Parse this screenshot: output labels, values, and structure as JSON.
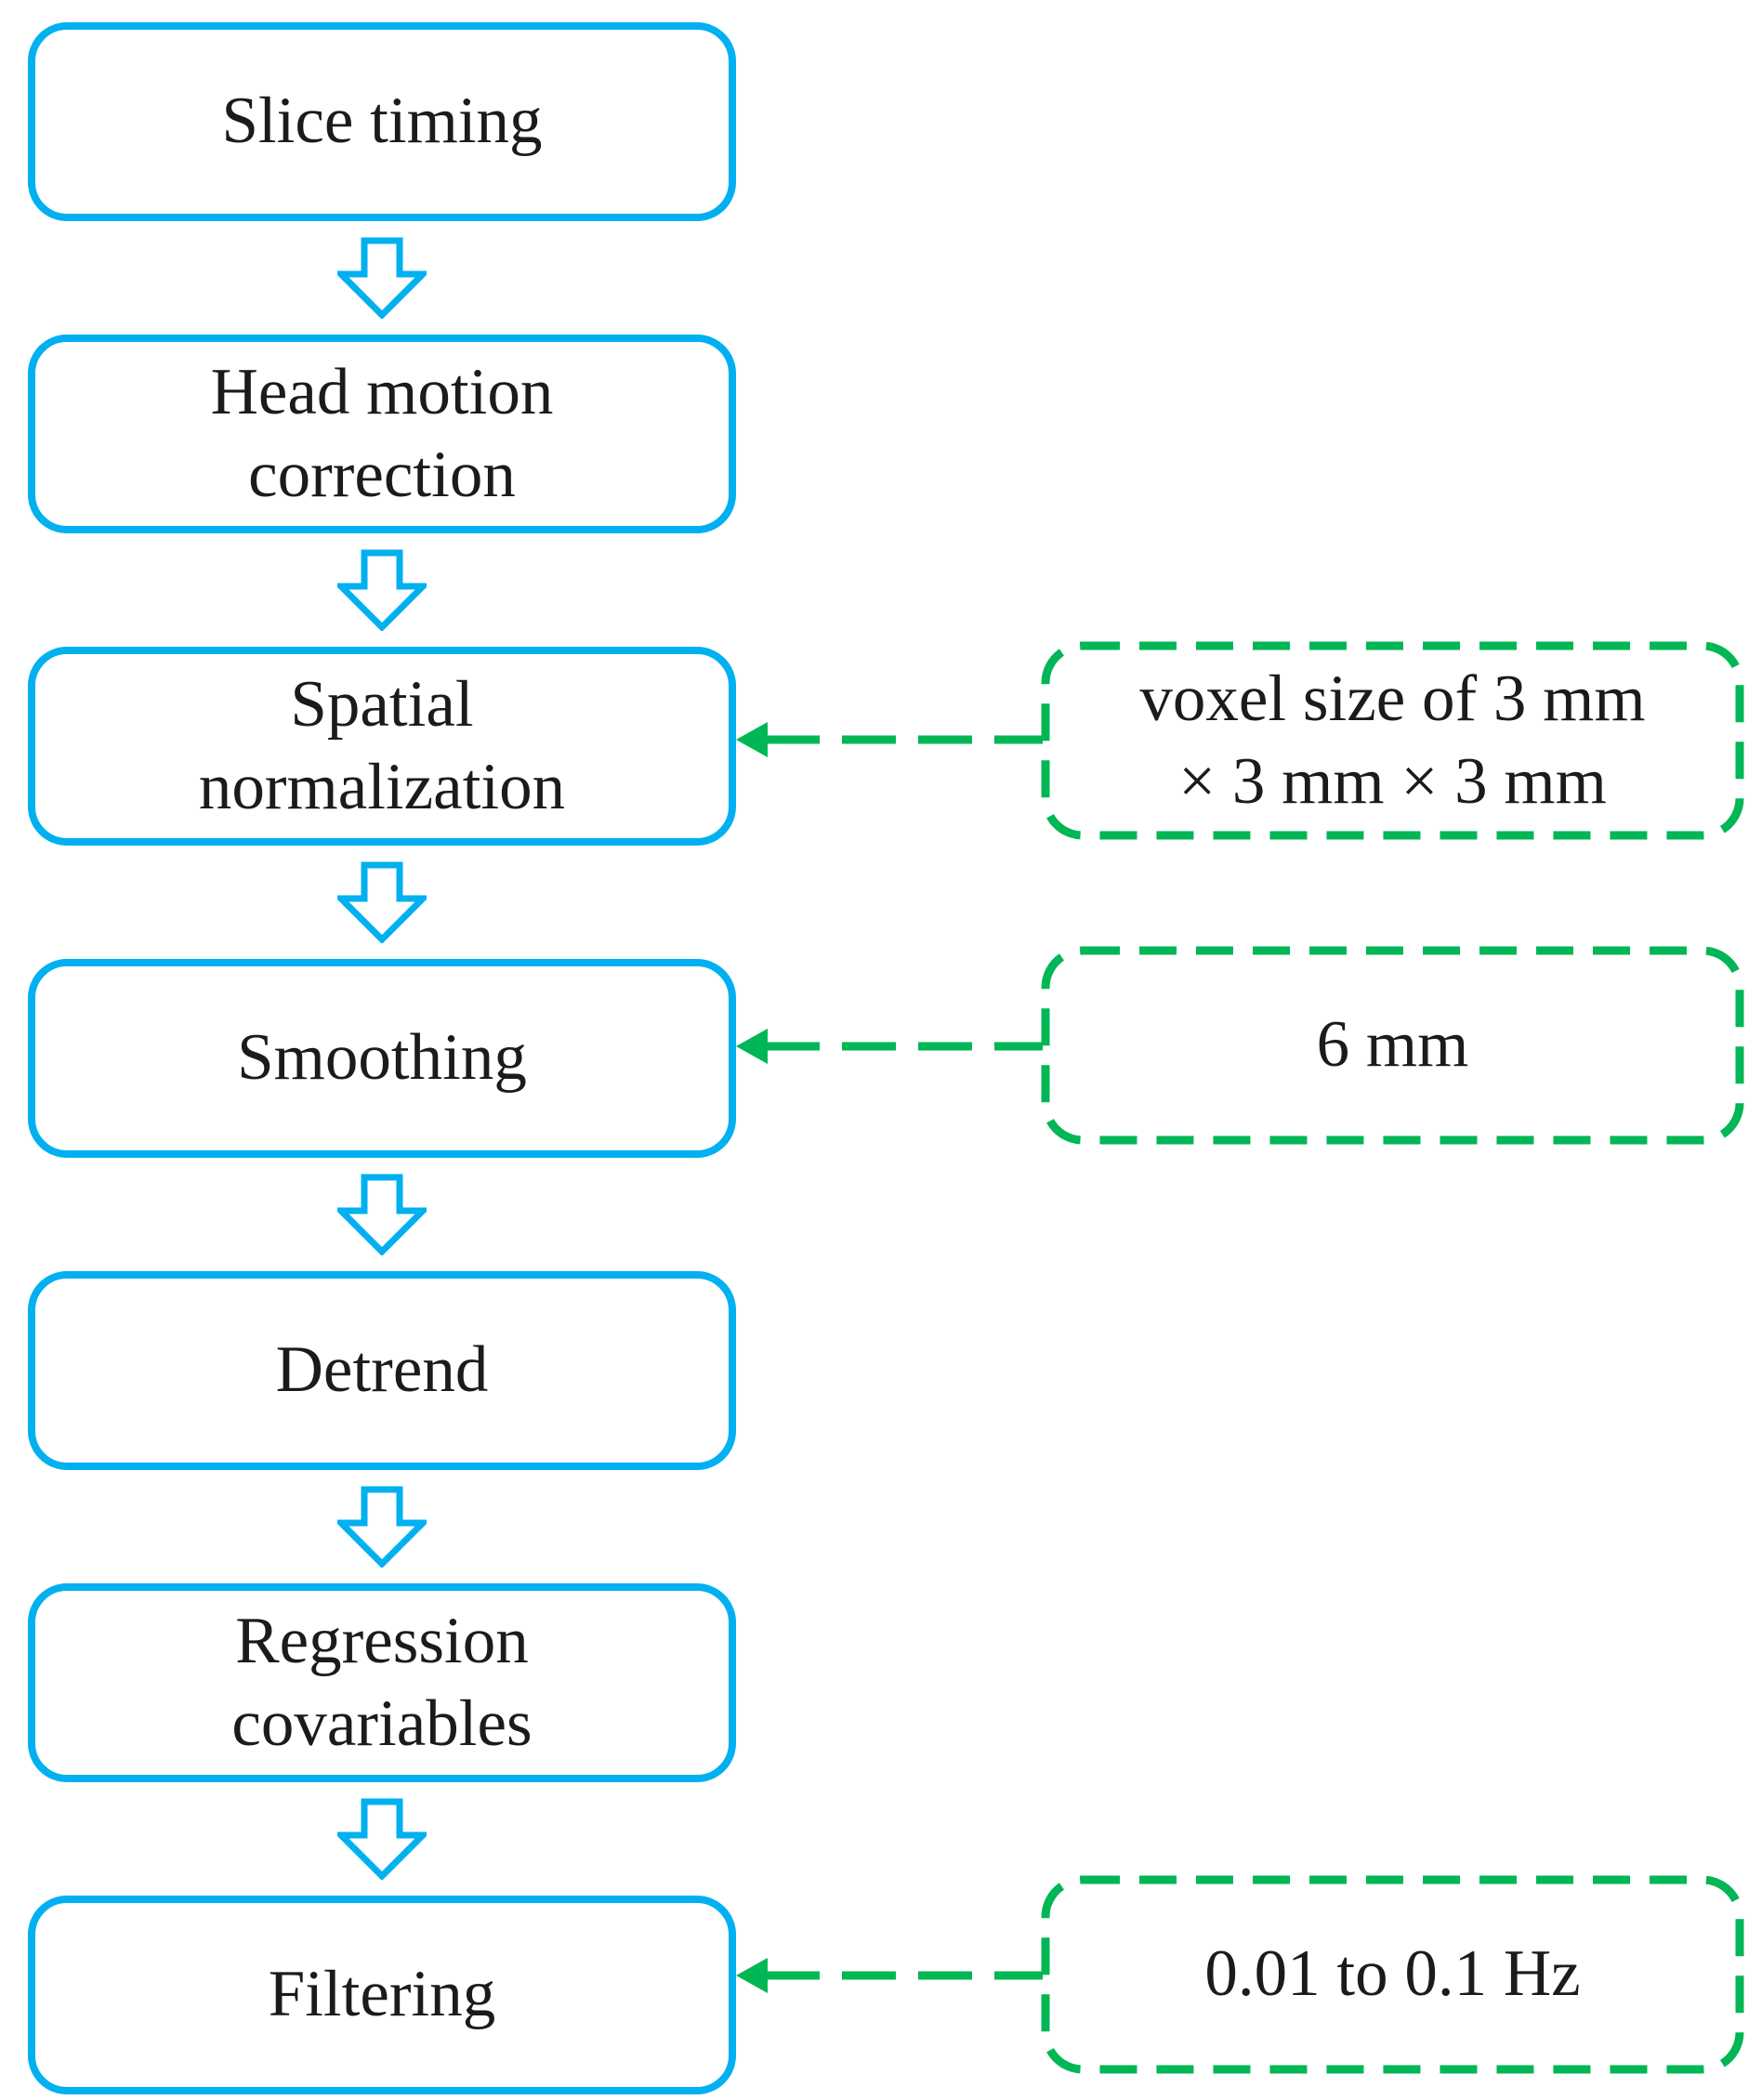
{
  "colors": {
    "step_stroke": "#00b0f0",
    "annotation_stroke": "#00b655",
    "text": "#1b1b1b",
    "background": "#ffffff"
  },
  "steps": [
    {
      "label": "Slice timing"
    },
    {
      "label": "Head motion\ncorrection"
    },
    {
      "label": "Spatial\nnormalization"
    },
    {
      "label": "Smoothing"
    },
    {
      "label": "Detrend"
    },
    {
      "label": "Regression\ncovariables"
    },
    {
      "label": "Filtering"
    }
  ],
  "annotations": [
    {
      "label": "voxel size of 3 mm\n× 3 mm × 3 mm",
      "points_to": "Spatial normalization"
    },
    {
      "label": "6 mm",
      "points_to": "Smoothing"
    },
    {
      "label": "0.01 to 0.1 Hz",
      "points_to": "Filtering"
    }
  ]
}
